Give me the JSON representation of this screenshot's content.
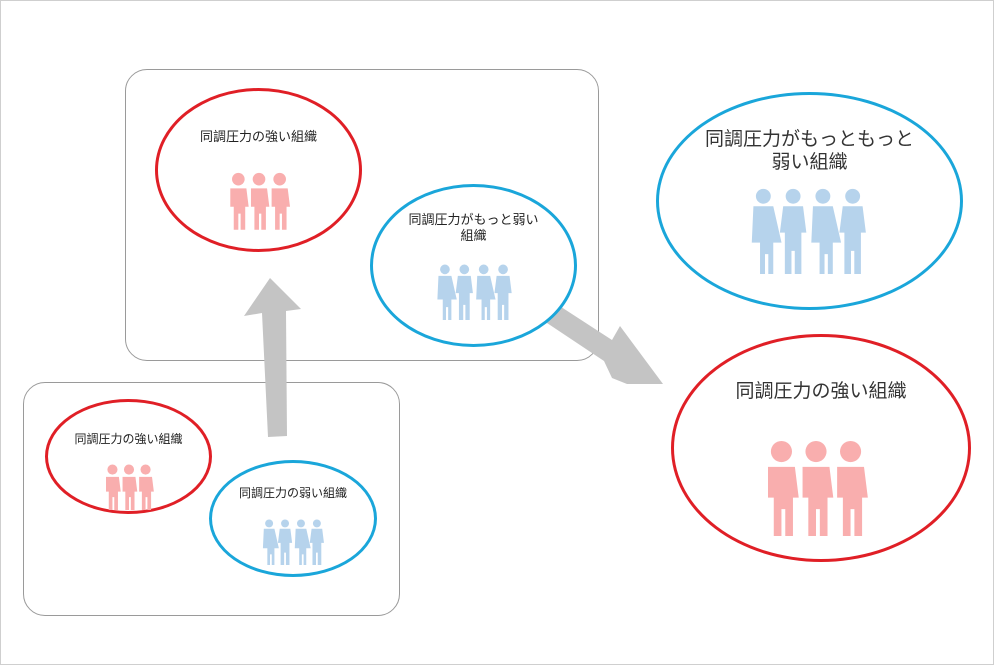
{
  "colors": {
    "strong": "#e01f26",
    "weak": "#1aa6da",
    "person_strong": "#f9aeae",
    "person_weak": "#b6d3ec",
    "arrow": "#c4c4c4",
    "box_border": "#9a9a9a"
  },
  "small_group": {
    "strong_label": "同調圧力の強い組織",
    "weak_label": "同調圧力の弱い組織"
  },
  "middle_group": {
    "strong_label": "同調圧力の強い組織",
    "weak_label_line1": "同調圧力がもっと弱い",
    "weak_label_line2": "組織"
  },
  "large_group": {
    "weak_label_line1": "同調圧力がもっともっと",
    "weak_label_line2": "弱い組織",
    "strong_label": "同調圧力の強い組織"
  },
  "icons": [
    "people-strong-icon",
    "people-weak-icon",
    "arrow-icon"
  ]
}
